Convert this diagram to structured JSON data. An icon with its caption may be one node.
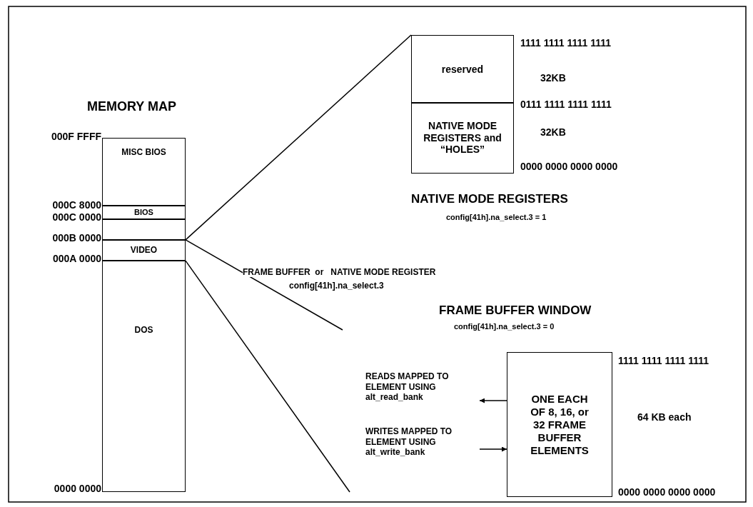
{
  "diagram": {
    "nodes": [
      {
        "text": [
          "MISC BIOS"
        ]
      },
      {
        "text": [
          "BIOS"
        ]
      },
      {
        "text": [],
        "shape": "box"
      },
      {
        "text": [
          "VIDEO"
        ]
      },
      {
        "text": [
          "DOS"
        ]
      },
      {
        "text": [
          "reserved"
        ]
      },
      {
        "text": [
          "NATIVE MODE REGISTERS and “HOLES”"
        ]
      },
      {
        "text": [
          "ONE EACH OF 8, 16, or 32 FRAME BUFFER ELEMENTS"
        ]
      },
      {
        "text": [
          "READS MAPPED TO ELEMENT USING alt_read_bank"
        ]
      },
      {
        "text": [
          "WRITES MAPPED TO ELEMENT USING alt_write_bank"
        ]
      }
    ],
    "edges": [
      {
        "from": 3,
        "to": 5,
        "arrow": "none"
      },
      {
        "from": 3,
        "to": null,
        "arrow": "none"
      },
      {
        "from": 3,
        "to": null,
        "arrow": "none"
      },
      {
        "from": 7,
        "to": 8,
        "arrow": "to"
      },
      {
        "from": 9,
        "to": 7,
        "arrow": "to"
      }
    ],
    "labels": [
      "MEMORY MAP",
      "000F FFFF",
      "000C 8000",
      "000C 0000",
      "000B 0000",
      "000A 0000",
      "0000 0000",
      "1111 1111 1111 1111",
      "32KB",
      "0111 1111 1111 1111",
      "32KB",
      "0000 0000 0000 0000",
      "NATIVE MODE REGISTERS",
      "config[41h].na_select.3 = 1",
      "FRAME BUFFER  or   NATIVE MODE REGISTER",
      "config[41h].na_select.3",
      "FRAME BUFFER WINDOW",
      "config[41h].na_select.3 = 0",
      "1111 1111 1111 1111",
      "64 KB each",
      "0000 0000 0000 0000"
    ]
  }
}
